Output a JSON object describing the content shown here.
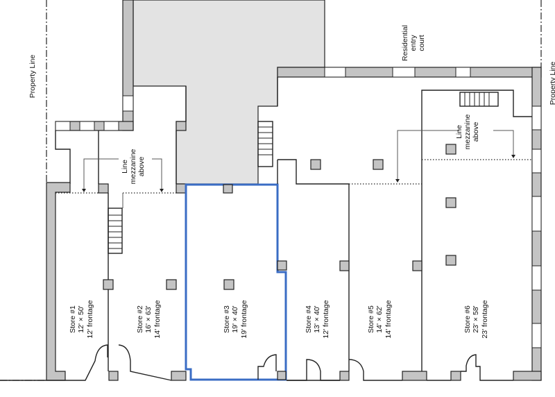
{
  "property_line_label": "Property Line",
  "mezzanine_note": {
    "line1": "Line",
    "line2": "mezzanine",
    "line3": "above"
  },
  "residential_entry": {
    "line1": "Residential",
    "line2": "entry",
    "line3": "court"
  },
  "highlight_color": "#3a6cc4",
  "stores": [
    {
      "name": "Store #1",
      "size": "12' × 50'",
      "frontage": "12' frontage"
    },
    {
      "name": "Store #2",
      "size": "16' × 63'",
      "frontage": "14' frontage"
    },
    {
      "name": "Store #3",
      "size": "19' × 40'",
      "frontage": "19' frontage",
      "selected": true
    },
    {
      "name": "Store #4",
      "size": "13' × 40'",
      "frontage": "12' frontage"
    },
    {
      "name": "Store #5",
      "size": "14' × 62'",
      "frontage": "14' frontage"
    },
    {
      "name": "Store #6",
      "size": "23' × 58'",
      "frontage": "23' frontage"
    }
  ]
}
